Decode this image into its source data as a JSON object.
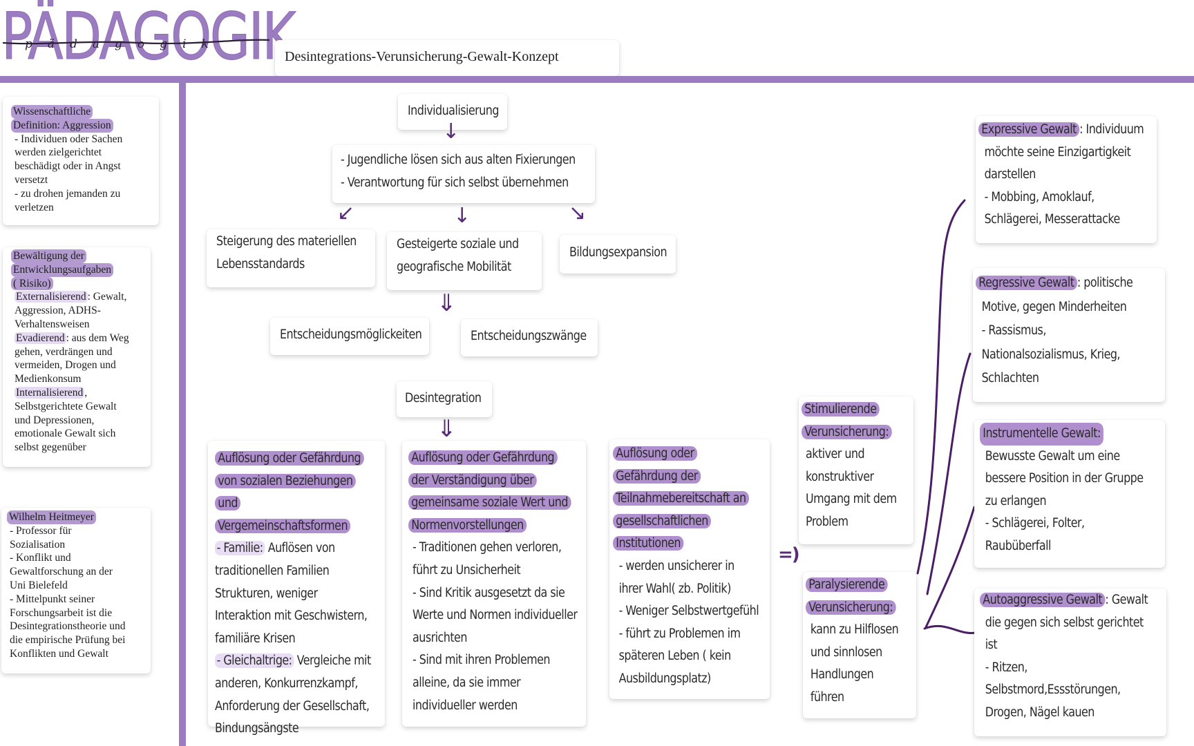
{
  "header": {
    "logo_text": "PÄDAGOGIK",
    "logo_script": "pädagogik",
    "title": "Desintegrations-Verunsicherung-Gewalt-Konzept"
  },
  "colors": {
    "accent": "#9b7cc0",
    "highlight": "#b08fce",
    "arrow": "#5a2a7a"
  },
  "left": {
    "definition": {
      "heading1": "Wissenschaftliche",
      "heading2": "Definition: Aggression",
      "lines": [
        "- Individuen oder Sachen",
        "werden zielgerichtet",
        "beschädigt oder in Angst",
        "versetzt",
        "- zu drohen jemanden zu",
        "verletzen"
      ]
    },
    "coping": {
      "heading1": "Bewältigung der",
      "heading2": "Entwicklungsaufgaben",
      "heading3": "( Risiko)",
      "ext_term": "Externalisierend",
      "ext_rest": ": Gewalt,",
      "ext_lines": [
        "Aggression, ADHS-",
        "Verhaltensweisen"
      ],
      "eva_term": "Evadierend",
      "eva_rest": ": aus dem Weg",
      "eva_lines": [
        "gehen, verdrängen und",
        "vermeiden, Drogen und",
        "Medienkonsum"
      ],
      "int_term": "Internalisierend",
      "int_rest": ",",
      "int_lines": [
        "Selbstgerichtete Gewalt",
        "und Depressionen,",
        "emotionale Gewalt sich",
        "selbst gegenüber"
      ]
    },
    "person": {
      "heading": "Wilhelm Heitmeyer",
      "lines": [
        "- Professor für",
        "Sozialisation",
        "- Konflikt und",
        "Gewaltforschung an der",
        "Uni Bielefeld",
        "- Mittelpunkt seiner",
        "Forschungsarbeit ist die",
        "Desintegrationstheorie und",
        "die empirische Prüfung bei",
        "Konflikten und Gewalt"
      ]
    }
  },
  "flow": {
    "individualisierung": "Individualisierung",
    "jugend_lines": [
      "- Jugendliche lösen sich aus alten Fixierungen",
      "- Verantwortung für sich selbst übernehmen"
    ],
    "steigerung_lines": [
      "Steigerung des materiellen",
      "Lebensstandards"
    ],
    "mobilitaet_lines": [
      "Gesteigerte soziale und",
      "geografische Mobilität"
    ],
    "bildung": "Bildungsexpansion",
    "moeglichkeiten": "Entscheidungsmöglickeiten",
    "zwaenge": "Entscheidungszwänge",
    "desintegration": "Desintegration",
    "implies": "=)"
  },
  "box_social": {
    "heading_lines": [
      "Auflösung oder Gefährdung",
      "von sozialen Beziehungen und",
      "Vergemeinschaftsformen"
    ],
    "familie_term": "- Familie:",
    "familie_rest": " Auflösen von",
    "familie_lines": [
      "traditionellen Familien",
      "Strukturen, weniger",
      "Interaktion mit Geschwistern,",
      "familiäre Krisen"
    ],
    "peer_term": "- Gleichaltrige:",
    "peer_rest": " Vergleiche mit",
    "peer_lines": [
      "anderen, Konkurrenzkampf,",
      "Anforderung der Gesellschaft,",
      "Bindungsängste"
    ]
  },
  "box_values": {
    "heading_lines": [
      "Auflösung oder Gefährdung",
      "der Verständigung über",
      "gemeinsame soziale Wert und",
      "Normenvorstellungen"
    ],
    "lines": [
      "- Traditionen gehen verloren,",
      "führt zu Unsicherheit",
      "- Sind Kritik ausgesetzt da sie",
      "Werte und Normen individueller",
      "ausrichten",
      "- Sind mit ihren Problemen",
      "alleine, da sie immer",
      "individueller werden"
    ]
  },
  "box_institutions": {
    "heading_lines": [
      "Auflösung oder",
      "Gefährdung der",
      "Teilnahmebereitschaft an",
      "gesellschaftlichen",
      "Institutionen"
    ],
    "lines": [
      "- werden unsicherer in",
      "ihrer Wahl( zb. Politik)",
      "- Weniger Selbstwertgefühl",
      "- führt zu Problemen im",
      "späteren Leben ( kein",
      "Ausbildungsplatz)"
    ]
  },
  "stimulierend": {
    "heading_lines": [
      "Stimulierende",
      "Verunsicherung:"
    ],
    "lines": [
      "aktiver und",
      "konstruktiver",
      "Umgang mit dem",
      "Problem"
    ]
  },
  "paralysierend": {
    "heading_lines": [
      "Paralysierende",
      "Verunsicherung:"
    ],
    "lines": [
      "kann zu Hilflosen",
      "und sinnlosen",
      "Handlungen",
      "führen"
    ]
  },
  "violence": {
    "expressive": {
      "term": "Expressive Gewalt",
      "rest": ": Individuum",
      "lines": [
        "möchte seine Einzigartigkeit",
        "darstellen",
        "- Mobbing, Amoklauf,",
        "Schlägerei, Messerattacke"
      ]
    },
    "regressive": {
      "term": "Regressive Gewalt",
      "rest": ": politische",
      "lines": [
        "Motive, gegen Minderheiten",
        "- Rassismus,",
        "Nationalsozialismus, Krieg,",
        "Schlachten"
      ]
    },
    "instrumental": {
      "term": "Instrumentelle Gewalt:",
      "lines": [
        "Bewusste Gewalt um eine",
        "bessere Position in der Gruppe",
        "zu erlangen",
        "- Schlägerei, Folter,",
        "Raubüberfall"
      ]
    },
    "autoaggressive": {
      "term": "Autoaggressive Gewalt",
      "rest": ": Gewalt",
      "lines": [
        "die gegen sich selbst gerichtet",
        "ist",
        "- Ritzen,",
        "Selbstmord,Essstörungen,",
        "Drogen, Nägel kauen"
      ]
    }
  }
}
